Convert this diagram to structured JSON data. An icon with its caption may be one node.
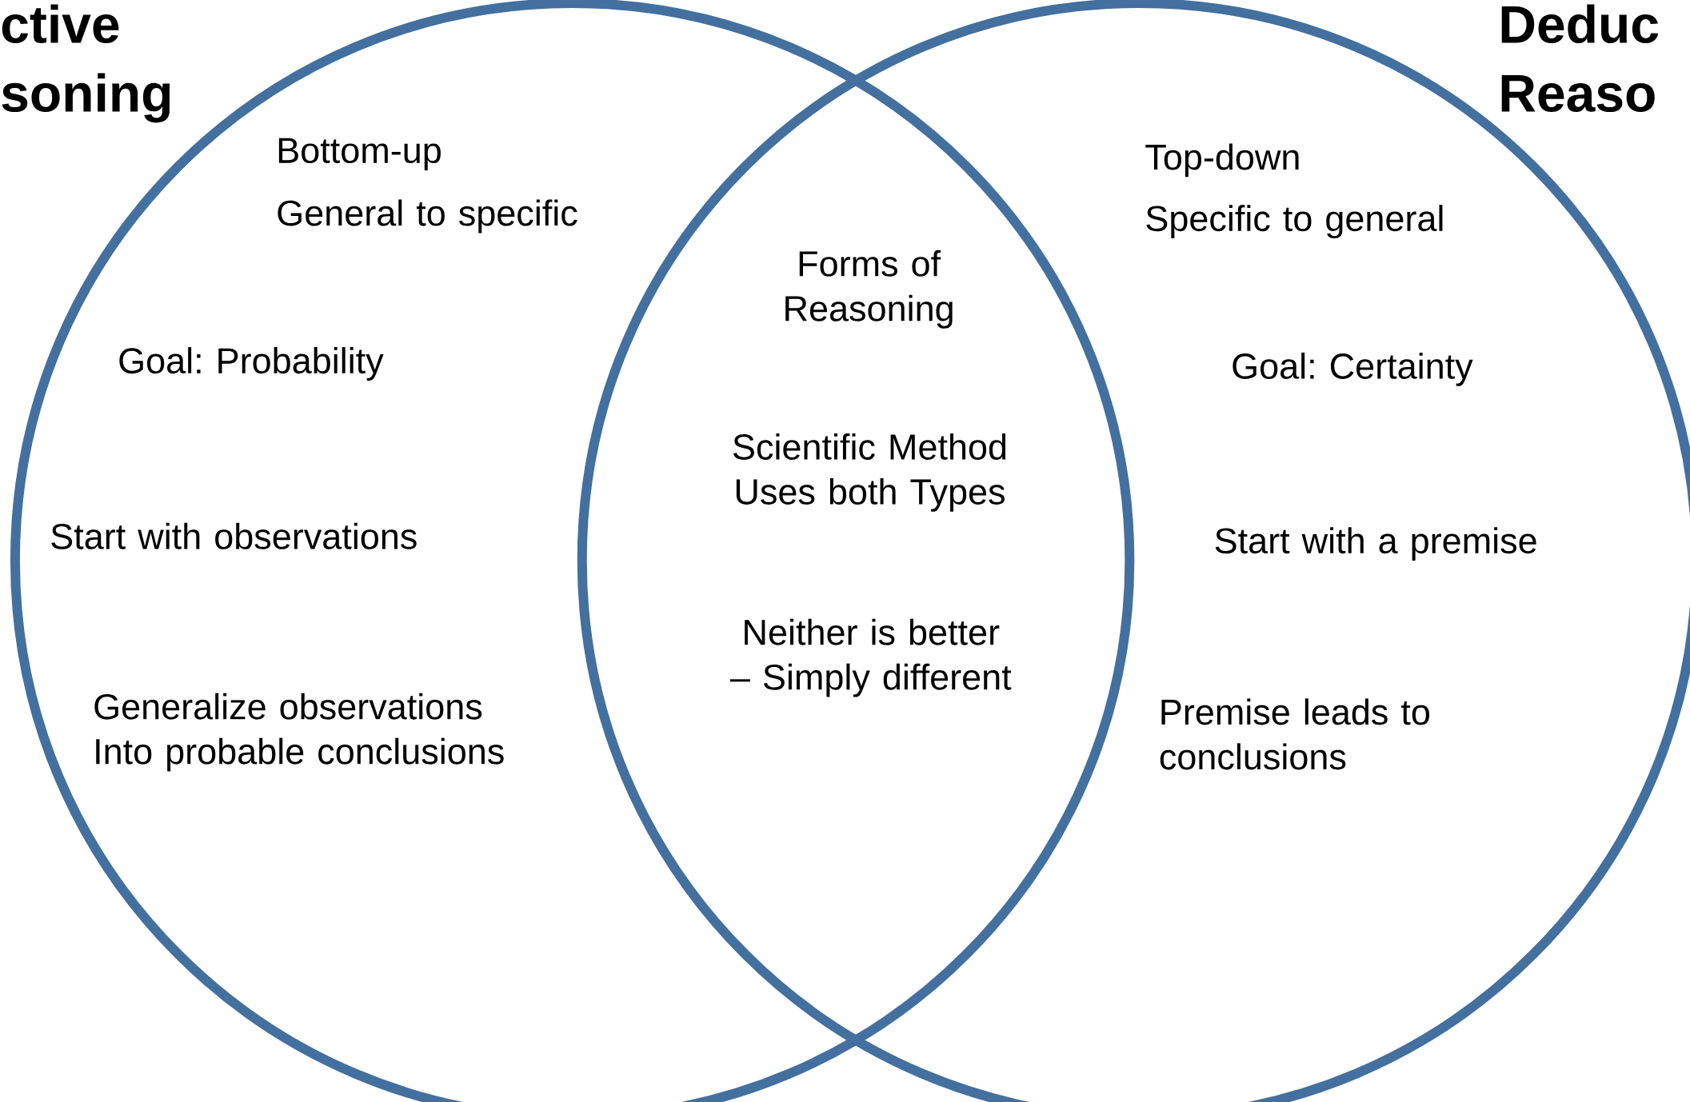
{
  "diagram": {
    "nodes": [
      {
        "text": [
          "ctive soning",
          "Bottom-up",
          "General to specific",
          "Goal: Probability",
          "Start with observations",
          "Generalize observations Into probable conclusions"
        ]
      },
      {
        "text": [
          "Deduc Reaso",
          "Top-down",
          "Specific to general",
          "Goal: Certainty",
          "Start with a premise",
          "Premise leads to conclusions"
        ]
      }
    ],
    "labels": [
      "Forms of Reasoning",
      "Scientific Method Uses both Types",
      "Neither is better – Simply different"
    ]
  }
}
